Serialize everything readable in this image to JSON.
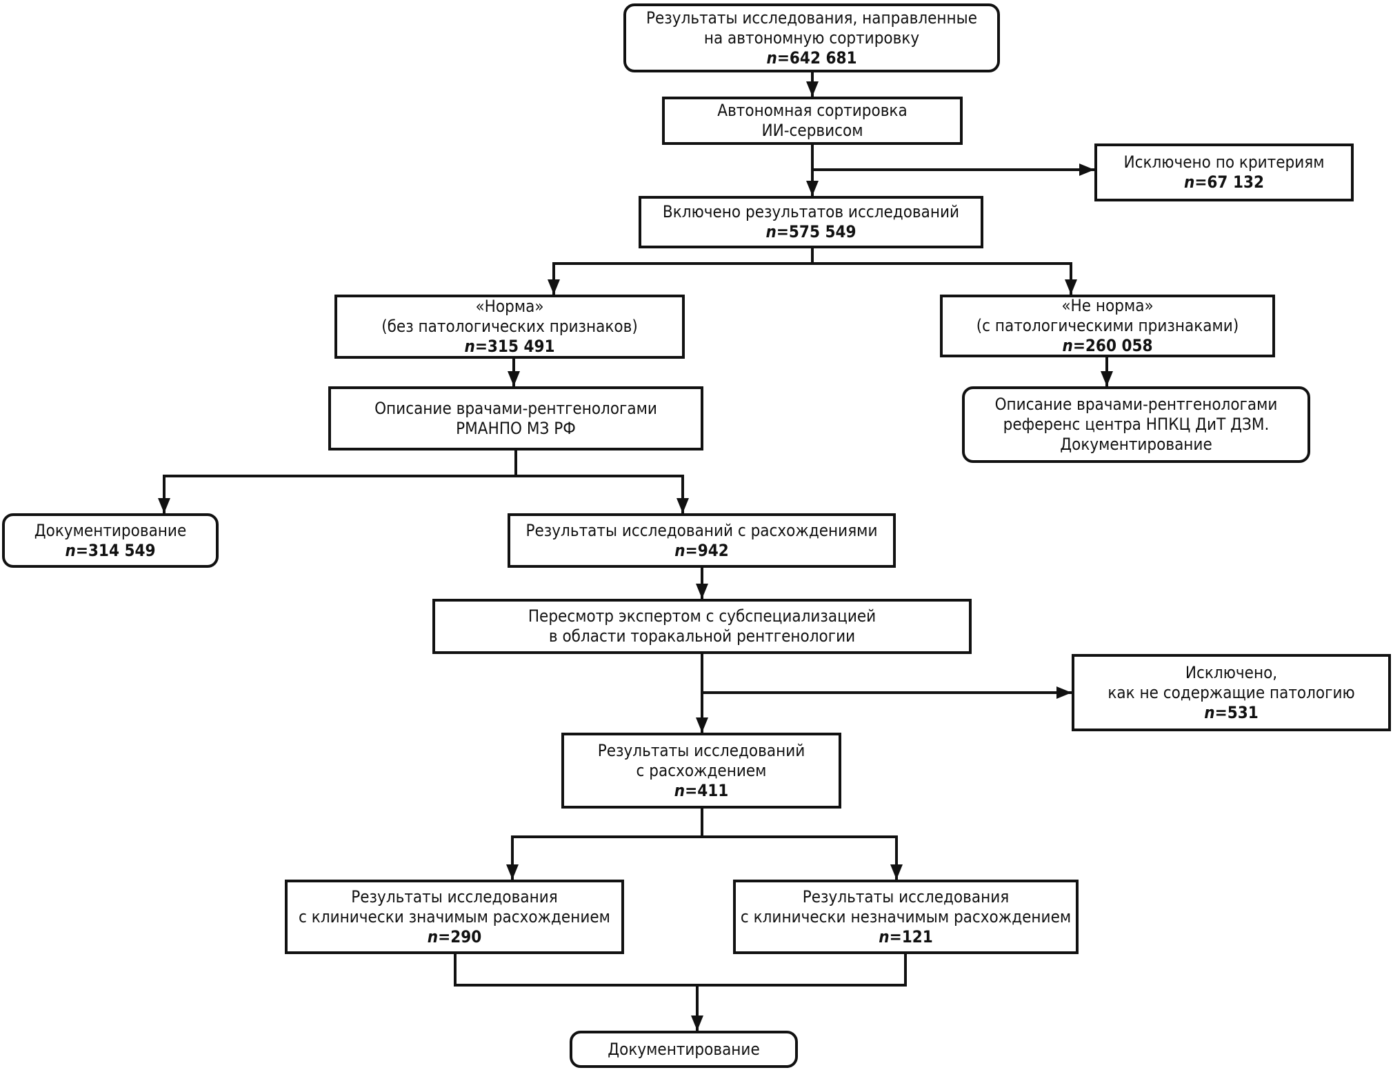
{
  "boxes": {
    "sent": {
      "lines": [
        "Результаты исследования, направленные",
        "на автономную сортировку"
      ],
      "n": "n",
      "count": "=642 681"
    },
    "ai_sorting": {
      "lines": [
        "Автономная сортировка",
        "ИИ-сервисом"
      ]
    },
    "excluded_criteria": {
      "lines": [
        "Исключено по критериям"
      ],
      "n": "n",
      "count": "=67 132"
    },
    "included": {
      "lines": [
        "Включено результатов исследований"
      ],
      "n": "n",
      "count": "=575 549"
    },
    "norm": {
      "lines": [
        "«Норма»",
        "(без патологических признаков)"
      ],
      "n": "n",
      "count": "=315 491"
    },
    "not_norm": {
      "lines": [
        "«Не норма»",
        "(с патологическими признаками)"
      ],
      "n": "n",
      "count": "=260 058"
    },
    "rmanpo": {
      "lines": [
        "Описание врачами-рентгенологами",
        "РМАНПО МЗ РФ"
      ]
    },
    "reference": {
      "lines": [
        "Описание врачами-рентгенологами",
        "референс центра НПКЦ ДиТ ДЗМ.",
        "Документирование"
      ]
    },
    "documenting_1": {
      "lines": [
        "Документирование"
      ],
      "n": "n",
      "count": "=314 549"
    },
    "discrepancies": {
      "lines": [
        "Результаты исследований с расхождениями"
      ],
      "n": "n",
      "count": "=942"
    },
    "expert_review": {
      "lines": [
        "Пересмотр экспертом с субспециализацией",
        "в области торакальной рентгенологии"
      ]
    },
    "excluded_no_pathology": {
      "lines": [
        "Исключено,",
        "как не содержащие патологию"
      ],
      "n": "n",
      "count": "=531"
    },
    "discrepancy": {
      "lines": [
        "Результаты исследований",
        "с расхождением"
      ],
      "n": "n",
      "count": "=411"
    },
    "significant": {
      "lines": [
        "Результаты исследования",
        "с клинически значимым расхождением"
      ],
      "n": "n",
      "count": "=290"
    },
    "insignificant": {
      "lines": [
        "Результаты исследования",
        "с клинически незначимым расхождением"
      ],
      "n": "n",
      "count": "=121"
    },
    "documenting_2": {
      "lines": [
        "Документирование"
      ]
    }
  }
}
